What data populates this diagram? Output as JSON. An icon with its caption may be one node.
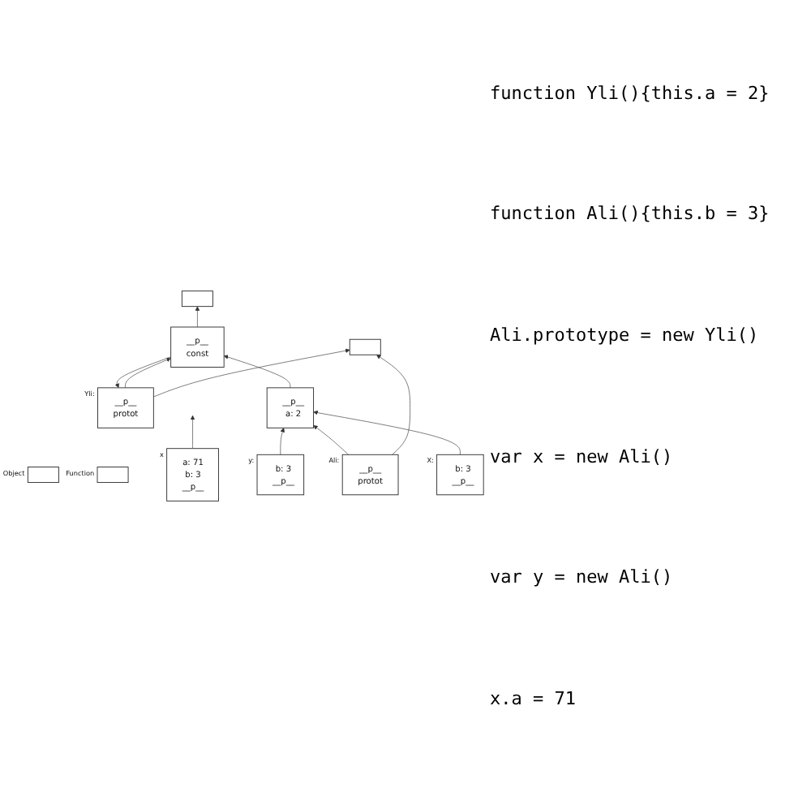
{
  "diagram": {
    "nodes": [
      {
        "text": [],
        "shape": "box",
        "beside": [
          "Object"
        ]
      },
      {
        "text": [],
        "shape": "box"
      },
      {
        "text": [],
        "shape": "box",
        "beside": [
          "Function"
        ]
      },
      {
        "text": [],
        "shape": "box"
      },
      {
        "text": [
          "__p__",
          "protot"
        ],
        "beside": [
          "Yli:"
        ]
      },
      {
        "text": [
          "__p__",
          "const"
        ]
      },
      {
        "text": [
          "__p__",
          "protot"
        ],
        "beside": [
          "Ali:"
        ]
      },
      {
        "text": [
          "__p__",
          "a: 2"
        ]
      },
      {
        "text": [
          "b: 3",
          "__p__"
        ],
        "beside": [
          "X:"
        ]
      },
      {
        "text": [
          "b: 3",
          "__p__"
        ],
        "beside": [
          "y:"
        ]
      },
      {
        "text": [
          "a: 71",
          "b: 3",
          "__p__"
        ],
        "beside": [
          "x"
        ]
      }
    ],
    "edges": [
      {
        "from": 4,
        "to": 3,
        "arrow": "to"
      },
      {
        "from": 4,
        "to": 5,
        "arrow": "to"
      },
      {
        "from": 5,
        "to": 4,
        "arrow": "to"
      },
      {
        "from": 5,
        "to": 1,
        "arrow": "to"
      },
      {
        "from": 6,
        "to": 3,
        "arrow": "to"
      },
      {
        "from": 6,
        "to": 7,
        "arrow": "to"
      },
      {
        "from": 7,
        "to": 5,
        "arrow": "to"
      },
      {
        "from": 8,
        "to": 7,
        "arrow": "to"
      },
      {
        "from": 9,
        "to": 7,
        "arrow": "to"
      },
      {
        "from": 10,
        "to": null,
        "arrow": "to"
      }
    ],
    "labels": [
      "function Yli(){this.a = 2}",
      "function Ali(){this.b = 3}",
      "Ali.prototype = new Yli()",
      "var x = new Ali()",
      "var y = new Ali()",
      "x.a = 71"
    ]
  }
}
